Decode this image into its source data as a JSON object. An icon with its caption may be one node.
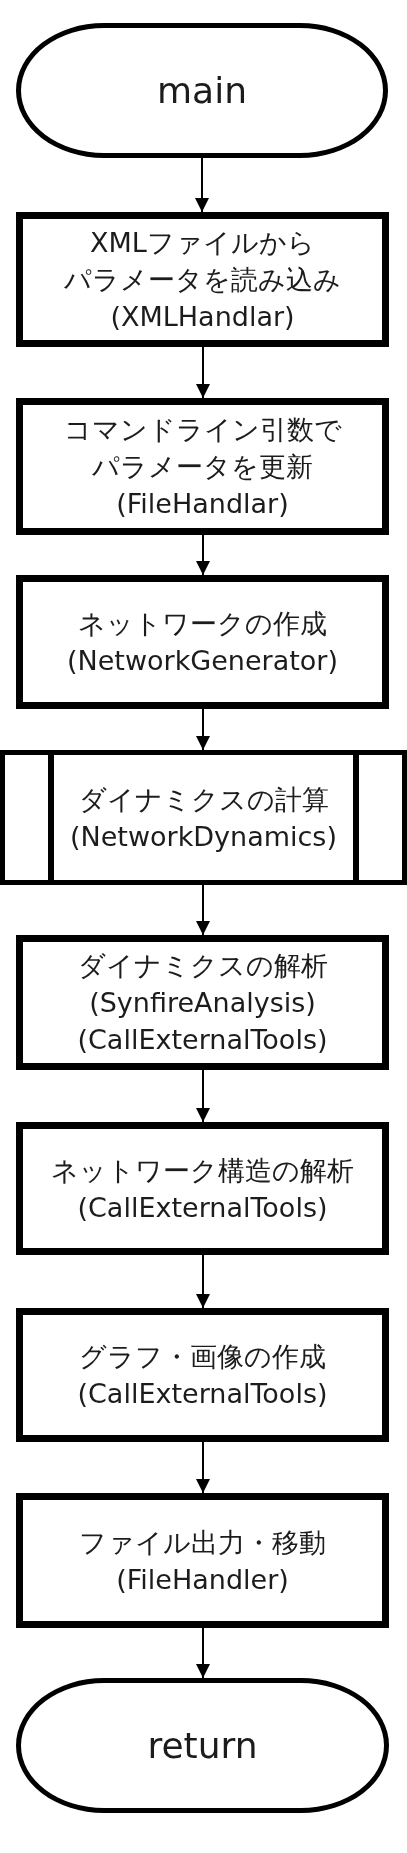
{
  "diagram": {
    "nodes": [
      {
        "text": [
          "main"
        ]
      },
      {
        "text": [
          "XMLファイルからパラメータを読み込み",
          "(XMLHandlar)"
        ]
      },
      {
        "text": [
          "コマンドライン引数でパラメータを更新",
          "(FileHandlar)"
        ]
      },
      {
        "text": [
          "ネットワークの作成",
          "(NetworkGenerator)"
        ]
      },
      {
        "text": [
          "ダイナミクスの計算",
          "(NetworkDynamics)"
        ]
      },
      {
        "text": [
          "ダイナミクスの解析",
          "(SynfireAnalysis)",
          "(CallExternalTools)"
        ]
      },
      {
        "text": [
          "ネットワーク構造の解析",
          "(CallExternalTools)"
        ]
      },
      {
        "text": [
          "グラフ・画像の作成",
          "(CallExternalTools)"
        ]
      },
      {
        "text": [
          "ファイル出力・移動",
          "(FileHandler)"
        ]
      },
      {
        "text": [
          "return"
        ]
      }
    ],
    "edges": [
      {
        "from": 0,
        "to": 1,
        "arrow": "to"
      },
      {
        "from": 1,
        "to": 2,
        "arrow": "to"
      },
      {
        "from": 2,
        "to": 3,
        "arrow": "to"
      },
      {
        "from": 3,
        "to": 4,
        "arrow": "to"
      },
      {
        "from": 4,
        "to": 5,
        "arrow": "to"
      },
      {
        "from": 5,
        "to": 6,
        "arrow": "to"
      },
      {
        "from": 6,
        "to": 7,
        "arrow": "to"
      },
      {
        "from": 7,
        "to": 8,
        "arrow": "to"
      },
      {
        "from": 8,
        "to": 9,
        "arrow": "to"
      }
    ]
  }
}
